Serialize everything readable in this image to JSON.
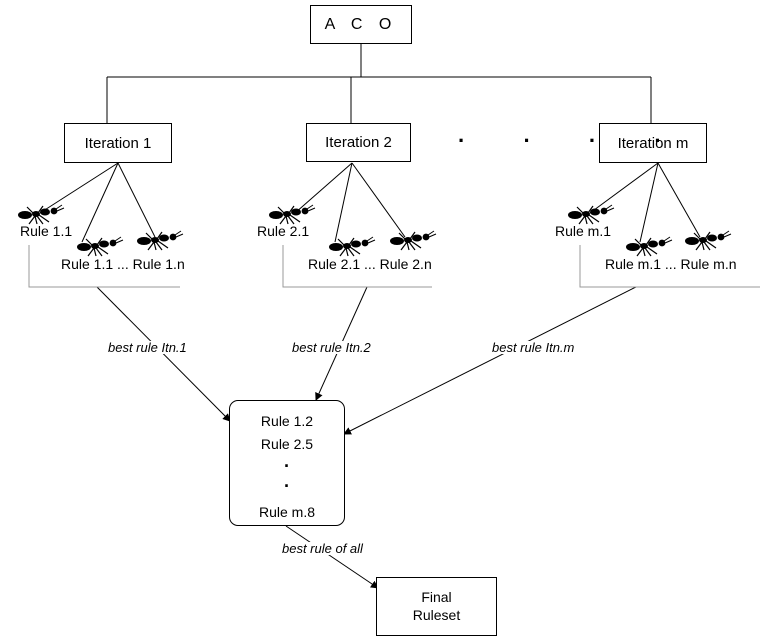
{
  "title": "A C O",
  "iterations": [
    {
      "label": "Iteration 1",
      "first_rule": "Rule 1.1",
      "rule_range": "Rule 1.1 ... Rule 1.n",
      "edge_label": "best rule Itn.1"
    },
    {
      "label": "Iteration 2",
      "first_rule": "Rule 2.1",
      "rule_range": "Rule 2.1 ... Rule 2.n",
      "edge_label": "best rule Itn.2"
    },
    {
      "label": "Iteration m",
      "first_rule": "Rule m.1",
      "rule_range": "Rule m.1 ... Rule m.n",
      "edge_label": "best rule Itn.m"
    }
  ],
  "ellipsis": "· · · ·",
  "best_rules": {
    "items": [
      "Rule  1.2",
      "Rule  2.5",
      "·",
      "·",
      "Rule m.8"
    ]
  },
  "final_edge_label": "best rule of all",
  "final_box": {
    "line1": "Final",
    "line2": "Ruleset"
  },
  "icons": [
    "ant-icon"
  ],
  "colors": {
    "lines": "#000000",
    "bracket": "#999999"
  }
}
